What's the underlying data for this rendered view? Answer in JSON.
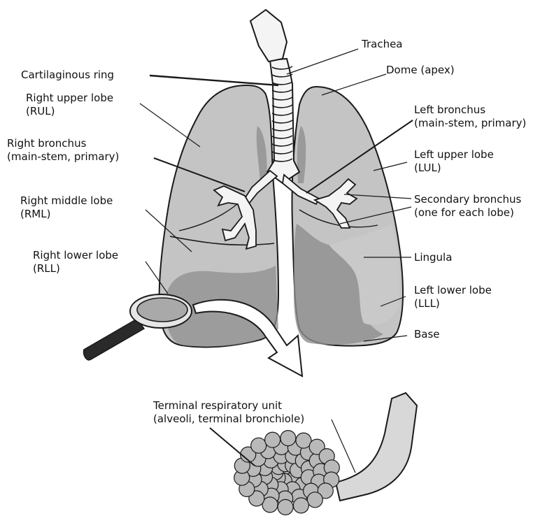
{
  "labels": {
    "trachea": "Trachea",
    "dome": "Dome (apex)",
    "cartilaginous_ring": "Cartilaginous ring",
    "rul_1": "Right upper lobe",
    "rul_2": "(RUL)",
    "right_bronchus_1": "Right bronchus",
    "right_bronchus_2": "(main-stem, primary)",
    "left_bronchus_1": "Left bronchus",
    "left_bronchus_2": "(main-stem, primary)",
    "lul_1": "Left upper lobe",
    "lul_2": "(LUL)",
    "rml_1": "Right middle lobe",
    "rml_2": "(RML)",
    "secondary_1": "Secondary bronchus",
    "secondary_2": "(one for each lobe)",
    "rll_1": "Right lower lobe",
    "rll_2": "(RLL)",
    "lingula": "Lingula",
    "lll_1": "Left lower lobe",
    "lll_2": "(LLL)",
    "base": "Base",
    "terminal_1": "Terminal respiratory unit",
    "terminal_2": "(alveoli, terminal bronchiole)"
  },
  "colors": {
    "lung_fill": "#c4c4c4",
    "lung_dark": "#8f8f8f",
    "lung_light": "#dcdcdc",
    "outline": "#1a1a1a",
    "trachea_fill": "#f4f4f4",
    "alveoli_fill": "#b9b9b9"
  }
}
